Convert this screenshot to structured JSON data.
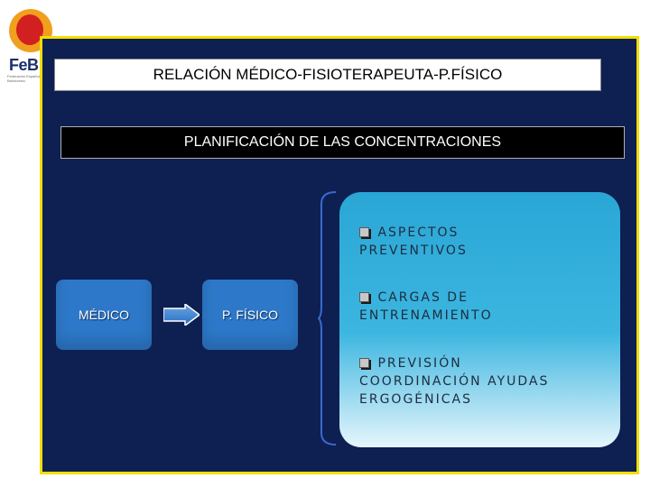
{
  "logo": {
    "text": "FeB",
    "subtext": "Federación Española de Baloncesto"
  },
  "title": "RELACIÓN MÉDICO-FISIOTERAPEUTA-P.FÍSICO",
  "subtitle": "PLANIFICACIÓN DE LAS CONCENTRACIONES",
  "nodes": {
    "medico": "MÉDICO",
    "fisico": "P. FÍSICO"
  },
  "items": [
    {
      "line1": "ASPECTOS",
      "line2": "PREVENTIVOS"
    },
    {
      "line1": "CARGAS DE",
      "line2": "ENTRENAMIENTO"
    },
    {
      "line1": "PREVISIÓN",
      "line2": "COORDINACIÓN AYUDAS",
      "line3": "ERGOGÉNICAS"
    }
  ],
  "colors": {
    "slide_bg": "#0e1f52",
    "border": "#f2dd00",
    "node": "#2d78c8",
    "panel": "#2aa6d6"
  }
}
